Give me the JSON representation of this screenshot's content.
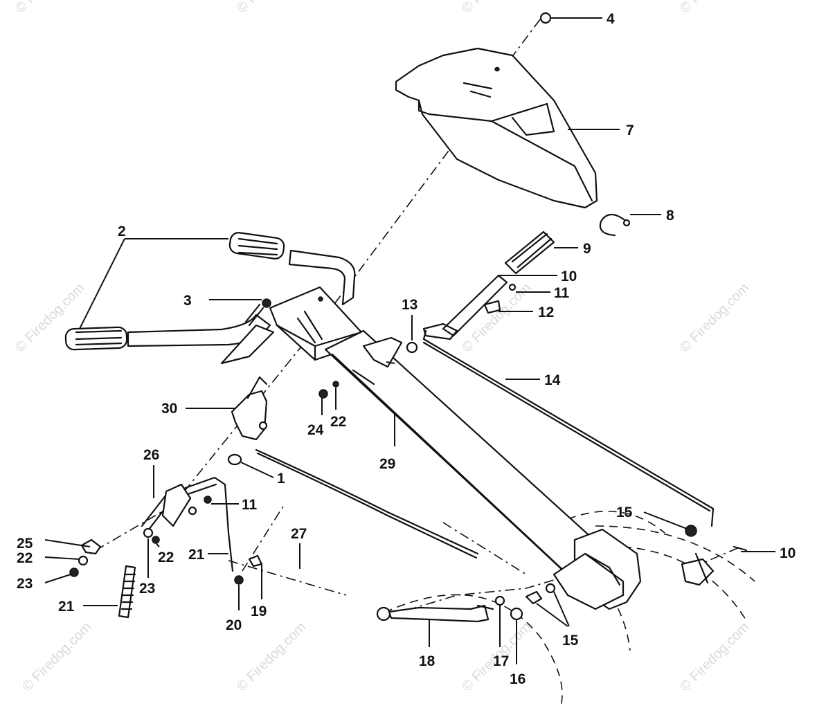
{
  "watermark": "© Firedog.com",
  "callouts": [
    "1",
    "2",
    "3",
    "4",
    "7",
    "8",
    "9",
    "10",
    "11",
    "12",
    "13",
    "14",
    "15",
    "16",
    "17",
    "18",
    "19",
    "20",
    "21",
    "22",
    "23",
    "24",
    "25",
    "26",
    "27",
    "29",
    "30"
  ]
}
